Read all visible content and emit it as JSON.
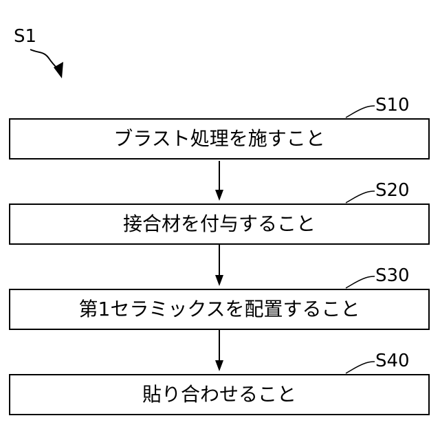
{
  "flowchart": {
    "label": "S1",
    "steps": [
      {
        "code": "S10",
        "text": "ブラスト処理を施すこと"
      },
      {
        "code": "S20",
        "text": "接合材を付与すること"
      },
      {
        "code": "S30",
        "text": "第1セラミックスを配置すること"
      },
      {
        "code": "S40",
        "text": "貼り合わせること"
      }
    ]
  }
}
